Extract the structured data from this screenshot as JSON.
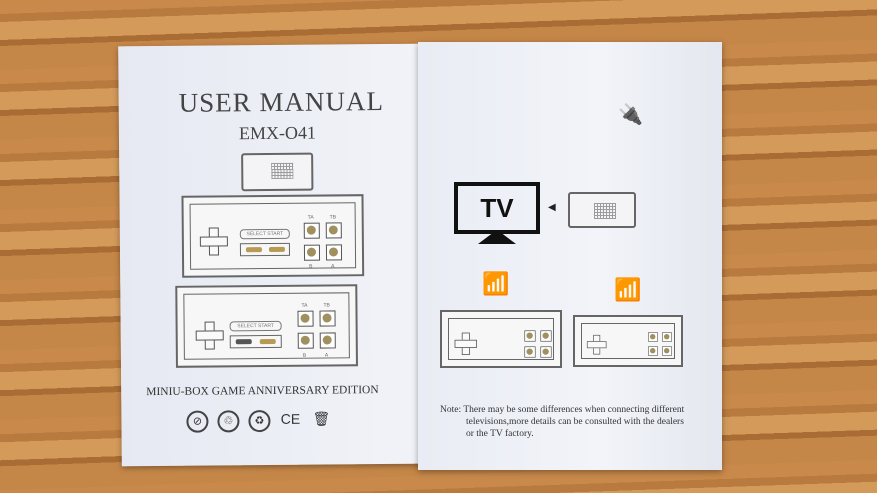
{
  "left_page": {
    "title": "USER MANUAL",
    "model": "EMX-O41",
    "controller_labels": {
      "select_start": "SELECT START",
      "top_buttons": [
        "TA",
        "TB"
      ],
      "bottom_buttons": [
        "B",
        "A"
      ]
    },
    "edition": "MINIU-BOX GAME ANNIVERSARY EDITION",
    "icons": [
      "no-recycle-icon",
      "recycle-icon",
      "recycle-triangle-icon",
      "ce-mark-icon",
      "weee-bin-icon"
    ],
    "ce_text": "CE"
  },
  "right_page": {
    "tv_label": "TV",
    "arrow": "◀",
    "note_label": "Note:",
    "note_lines": [
      "There may be some differences when connecting different",
      "televisions,more details can be consulted with the dealers",
      "or the TV factory."
    ]
  }
}
